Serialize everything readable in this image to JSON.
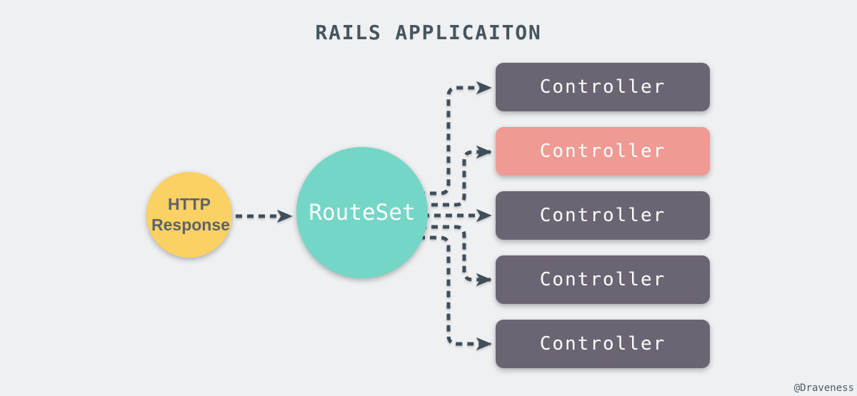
{
  "title": "RAILS APPLICAITON",
  "watermark": "@Draveness",
  "nodes": {
    "http_response": {
      "label": "HTTP Response",
      "shape": "circle",
      "color": "#FBD164"
    },
    "routeset": {
      "label": "RouteSet",
      "shape": "circle",
      "color": "#74D6C7"
    }
  },
  "controllers": {
    "items": [
      {
        "label": "Controller",
        "variant": "dark"
      },
      {
        "label": "Controller",
        "variant": "highlighted"
      },
      {
        "label": "Controller",
        "variant": "dark"
      },
      {
        "label": "Controller",
        "variant": "dark"
      },
      {
        "label": "Controller",
        "variant": "dark"
      }
    ],
    "colors": {
      "dark": "#6A6473",
      "highlighted": "#EF9B94"
    }
  },
  "edges": {
    "style": "dashed-arrow",
    "color": "#3E4E5A",
    "connections": [
      {
        "from": "HTTP Response",
        "to": "RouteSet"
      },
      {
        "from": "RouteSet",
        "to": "Controller 1"
      },
      {
        "from": "RouteSet",
        "to": "Controller 2"
      },
      {
        "from": "RouteSet",
        "to": "Controller 3"
      },
      {
        "from": "RouteSet",
        "to": "Controller 4"
      },
      {
        "from": "RouteSet",
        "to": "Controller 5"
      }
    ]
  },
  "colors": {
    "background": "#EFF0F2",
    "title": "#47555F"
  }
}
